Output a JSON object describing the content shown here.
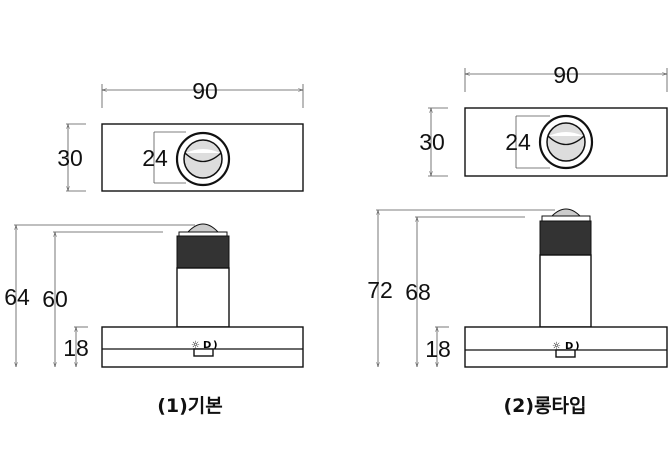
{
  "variants": [
    {
      "caption": "(1)기본",
      "top_view": {
        "width": "90",
        "height": "30",
        "lens_diameter": "24"
      },
      "side_view": {
        "total_height": "64",
        "body_height": "60",
        "base_height": "18"
      }
    },
    {
      "caption": "(2)롱타입",
      "top_view": {
        "width": "90",
        "height": "30",
        "lens_diameter": "24"
      },
      "side_view": {
        "total_height": "72",
        "body_height": "68",
        "base_height": "18"
      }
    }
  ],
  "mode_icons": [
    "sun-icon",
    "half-moon-icon",
    "crescent-moon-icon"
  ]
}
